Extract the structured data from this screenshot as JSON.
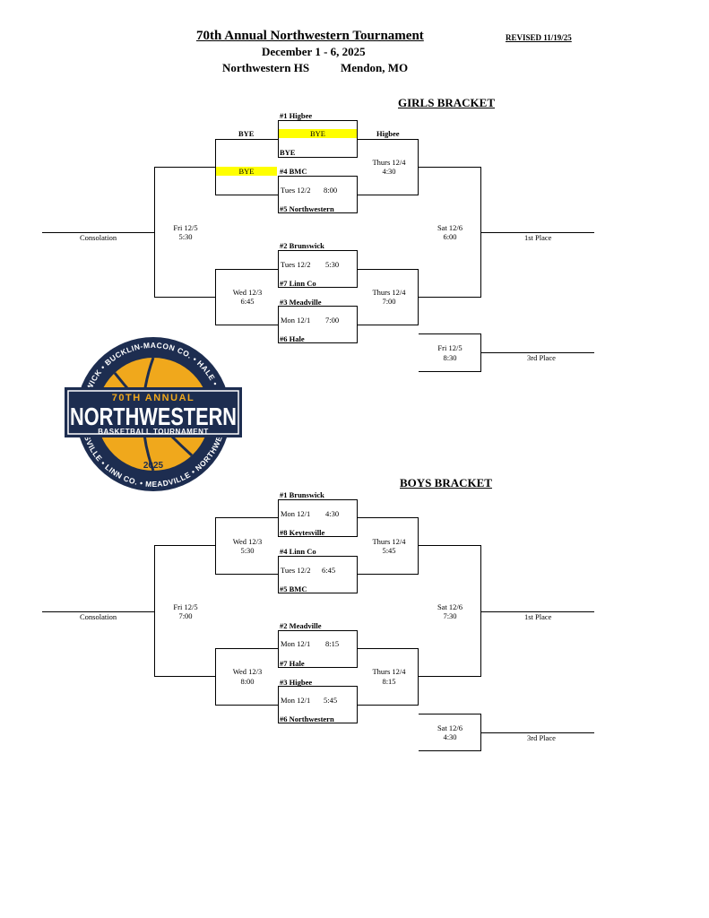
{
  "header": {
    "title": "70th Annual Northwestern Tournament",
    "revised": "REVISED 11/19/25",
    "dates": "December 1 - 6, 2025",
    "venue": "Northwestern HS",
    "city": "Mendon, MO"
  },
  "logo": {
    "ring_top": "BRUNSWICK • BUCKLIN-MACON CO. • HALE • HIGBEE",
    "ring_bottom": "KEYTESVILLE • LINN CO. • MEADVILLE • NORTHWESTERN",
    "line1": "70TH ANNUAL",
    "line2": "NORTHWESTERN",
    "line3": "BASKETBALL TOURNAMENT",
    "year": "2025",
    "colors": {
      "navy": "#1d2d50",
      "gold": "#f0a81c"
    }
  },
  "girls": {
    "title": "GIRLS BRACKET",
    "bye_left": "BYE",
    "bye_right": "Higbee",
    "bye_box": "BYE",
    "bye_slot": "BYE",
    "bye_highlight": "BYE",
    "highlight_color": "#ffff00",
    "t1": "#1 Higbee",
    "t2": "BYE",
    "t3": "#4 BMC",
    "t4": "#5 Northwestern",
    "t5": "#2 Brunswick",
    "t6": "#7 Linn Co",
    "t7": "#3 Meadville",
    "t8": "#6 Hale",
    "g2_day": "Tues 12/2",
    "g2_time": "8:00",
    "g3_day": "Tues 12/2",
    "g3_time": "5:30",
    "g4_day": "Mon 12/1",
    "g4_time": "7:00",
    "semi_top_day": "Thurs 12/4",
    "semi_top_time": "4:30",
    "semi_bot_day": "Thurs 12/4",
    "semi_bot_time": "7:00",
    "cons_semi_day": "Wed 12/3",
    "cons_semi_time": "6:45",
    "cons_final_day": "Fri 12/5",
    "cons_final_time": "5:30",
    "consolation": "Consolation",
    "final_day": "Sat 12/6",
    "final_time": "6:00",
    "first_place": "1st Place",
    "third_day": "Fri 12/5",
    "third_time": "8:30",
    "third_place": "3rd Place"
  },
  "boys": {
    "title": "BOYS BRACKET",
    "t1": "#1 Brunswick",
    "t2": "#8 Keytesville",
    "t3": "#4 Linn Co",
    "t4": "#5 BMC",
    "t5": "#2 Meadville",
    "t6": "#7 Hale",
    "t7": "#3 Higbee",
    "t8": "#6 Northwestern",
    "g1_day": "Mon 12/1",
    "g1_time": "4:30",
    "g2_day": "Tues 12/2",
    "g2_time": "6:45",
    "g3_day": "Mon 12/1",
    "g3_time": "8:15",
    "g4_day": "Mon 12/1",
    "g4_time": "5:45",
    "semi_top_day": "Thurs 12/4",
    "semi_top_time": "5:45",
    "semi_bot_day": "Thurs 12/4",
    "semi_bot_time": "8:15",
    "cons_semi_top_day": "Wed 12/3",
    "cons_semi_top_time": "5:30",
    "cons_semi_bot_day": "Wed 12/3",
    "cons_semi_bot_time": "8:00",
    "cons_final_day": "Fri 12/5",
    "cons_final_time": "7:00",
    "consolation": "Consolation",
    "final_day": "Sat 12/6",
    "final_time": "7:30",
    "first_place": "1st Place",
    "third_day": "Sat 12/6",
    "third_time": "4:30",
    "third_place": "3rd Place"
  }
}
